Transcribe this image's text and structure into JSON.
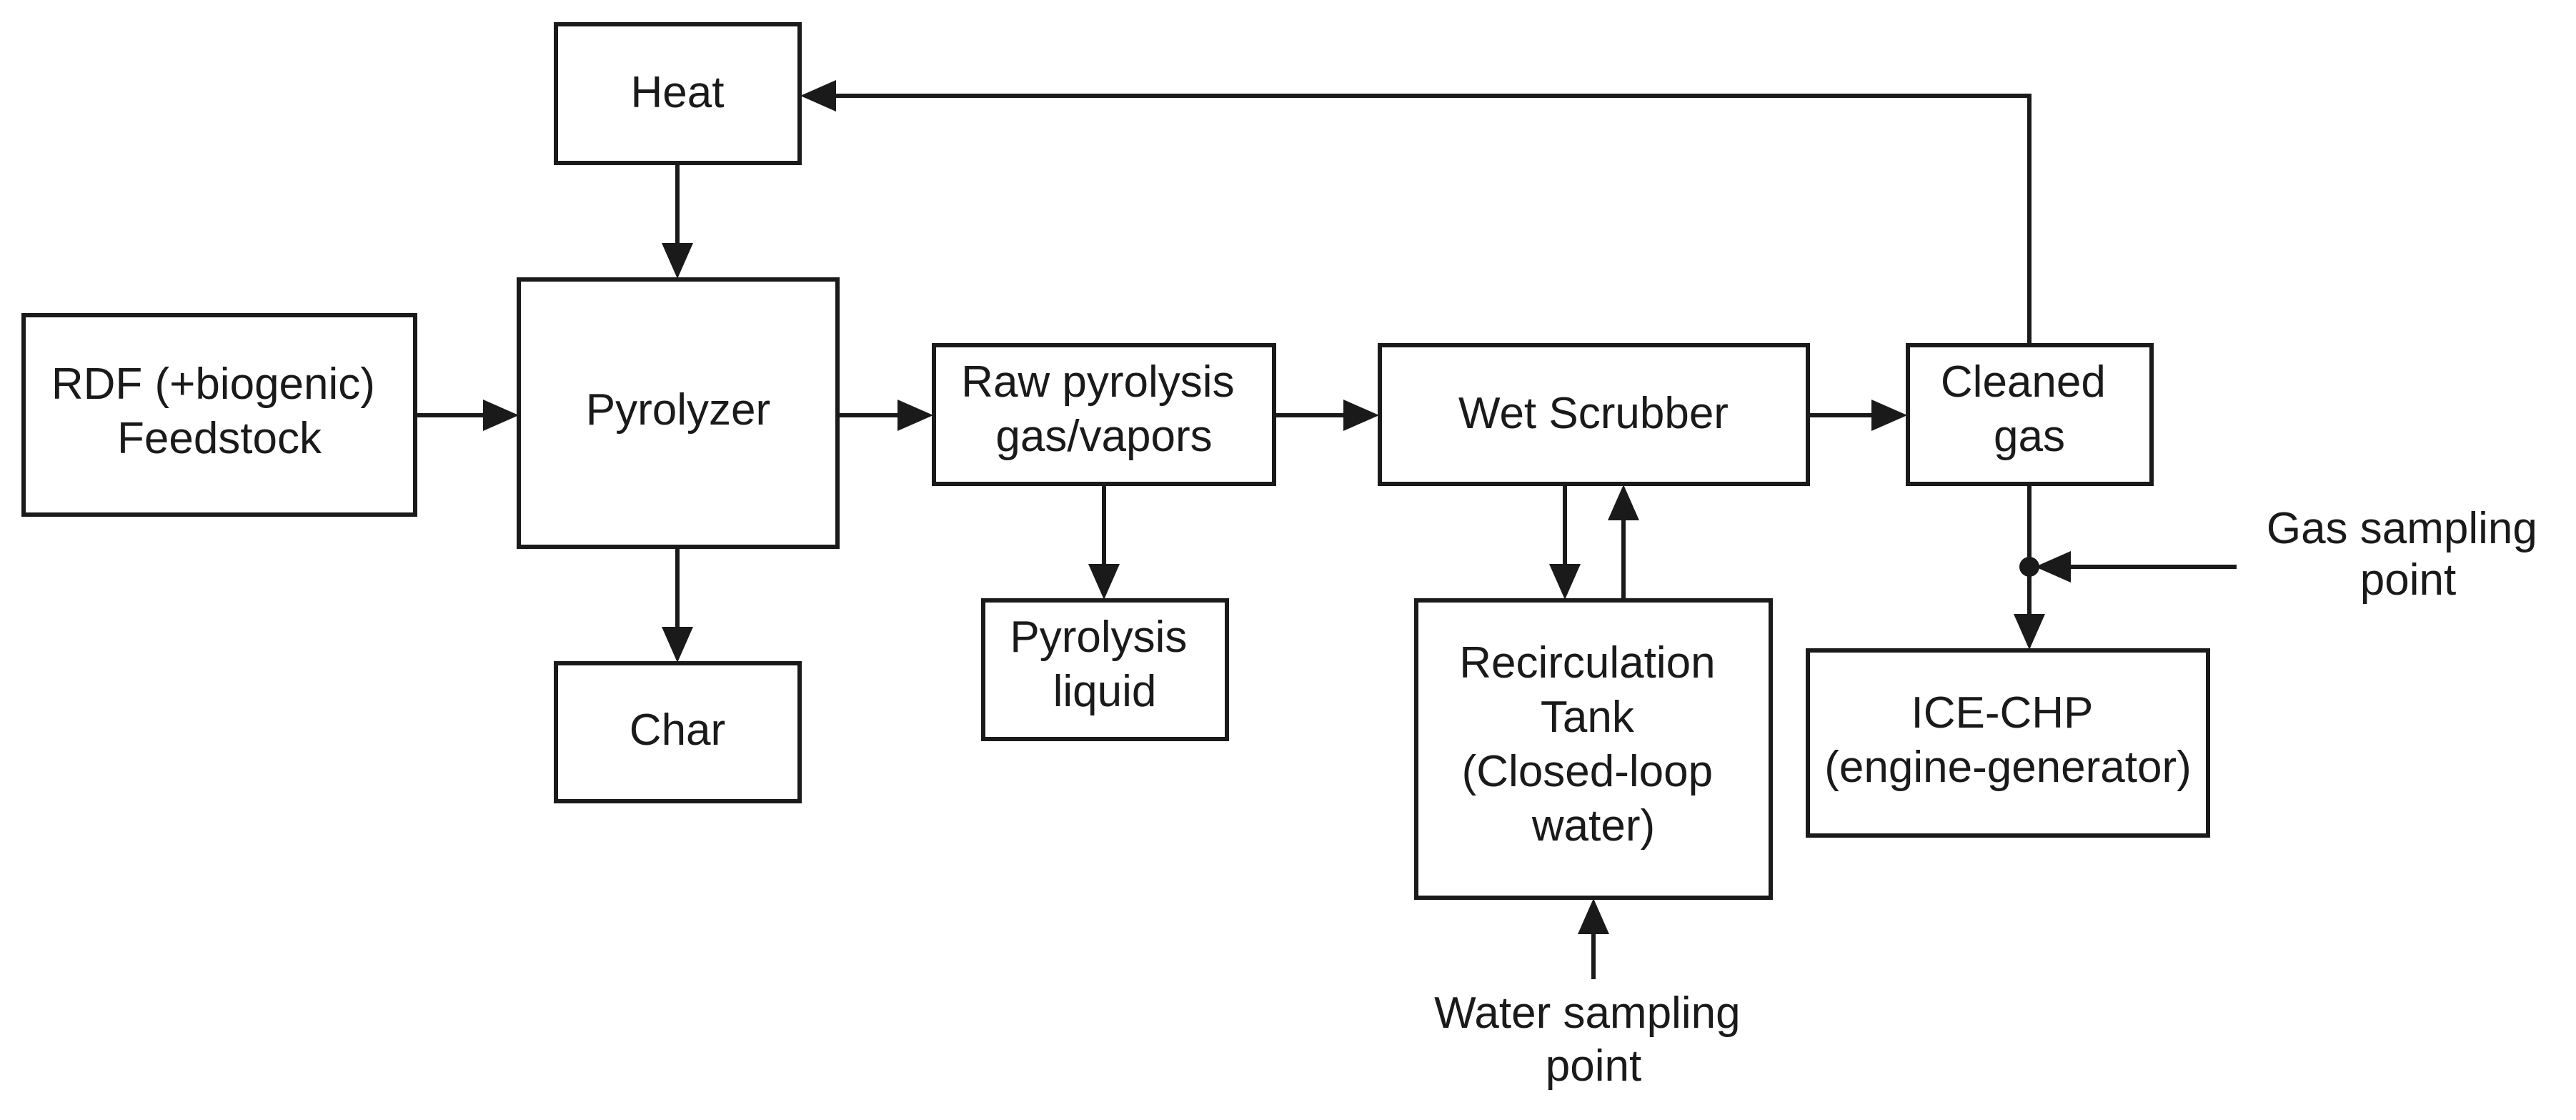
{
  "nodes": {
    "heat": "Heat",
    "rdf_feedstock": [
      "RDF (+biogenic)",
      "Feedstock"
    ],
    "pyrolyzer": "Pyrolyzer",
    "char": "Char",
    "raw_pyrolysis_gas": [
      "Raw pyrolysis",
      "gas/vapors"
    ],
    "pyrolysis_liquid": [
      "Pyrolysis",
      "liquid"
    ],
    "wet_scrubber": "Wet Scrubber",
    "recirculation_tank": [
      "Recirculation",
      "Tank",
      "(Closed-loop",
      "water)"
    ],
    "cleaned_gas": [
      "Cleaned",
      "gas"
    ],
    "ice_chp": [
      "ICE-CHP",
      "(engine-generator)"
    ]
  },
  "annotations": {
    "gas_sampling_point": [
      "Gas sampling",
      "point"
    ],
    "water_sampling_point": [
      "Water sampling",
      "point"
    ]
  },
  "edges": [
    {
      "from": "heat",
      "to": "pyrolyzer"
    },
    {
      "from": "rdf_feedstock",
      "to": "pyrolyzer"
    },
    {
      "from": "pyrolyzer",
      "to": "char"
    },
    {
      "from": "pyrolyzer",
      "to": "raw_pyrolysis_gas"
    },
    {
      "from": "raw_pyrolysis_gas",
      "to": "pyrolysis_liquid"
    },
    {
      "from": "raw_pyrolysis_gas",
      "to": "wet_scrubber"
    },
    {
      "from": "wet_scrubber",
      "to": "recirculation_tank"
    },
    {
      "from": "recirculation_tank",
      "to": "wet_scrubber"
    },
    {
      "from": "wet_scrubber",
      "to": "cleaned_gas"
    },
    {
      "from": "cleaned_gas",
      "to": "heat"
    },
    {
      "from": "cleaned_gas",
      "to": "ice_chp"
    },
    {
      "from": "gas_sampling_point",
      "to": "cleaned_gas-ice_chp-line"
    },
    {
      "from": "water_sampling_point",
      "to": "recirculation_tank"
    }
  ]
}
